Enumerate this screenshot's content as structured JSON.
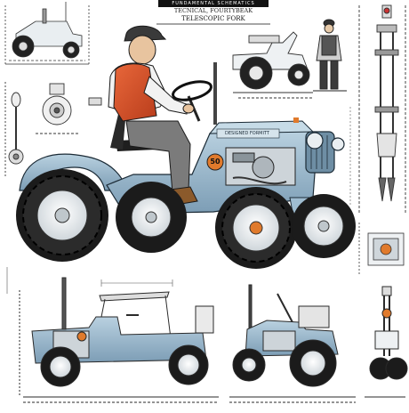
{
  "title": {
    "banner": "FUNDAMENTAL SCHEMATICS",
    "subtitle": "TECNICAL, FOURTYBEAK",
    "main": "TELESCOPIC FORK"
  },
  "hood_text": "DESIGNED FORMITT",
  "badge_number": "50",
  "colors": {
    "body_blue": "#9fbdd1",
    "body_blue_dark": "#6f93ad",
    "vest_orange": "#d9532a",
    "tire_black": "#1b1b1b",
    "line_ink": "#2a2a2a",
    "accent_orange": "#e07a2c"
  }
}
